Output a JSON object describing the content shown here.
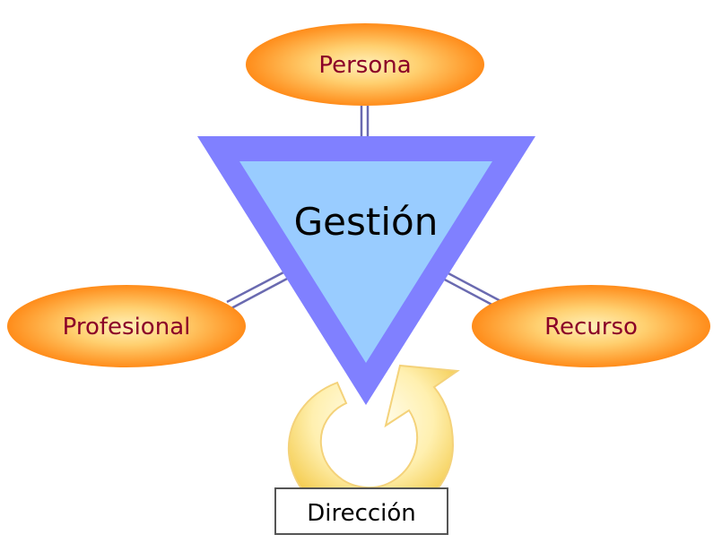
{
  "diagram": {
    "center": {
      "label": "Gestión"
    },
    "nodes": {
      "top": {
        "label": "Persona"
      },
      "left": {
        "label": "Profesional"
      },
      "right": {
        "label": "Recurso"
      }
    },
    "cycle": {
      "label": "Dirección"
    }
  },
  "colors": {
    "triangle_outer": "#8080ff",
    "triangle_inner": "#99ccff",
    "ellipse_center": "#ffe6a0",
    "ellipse_edge": "#ff8c1a",
    "node_text": "#8b0028",
    "arrow_light": "#fffbe6",
    "arrow_dark": "#f2c640",
    "connector": "#5a5aa0"
  }
}
